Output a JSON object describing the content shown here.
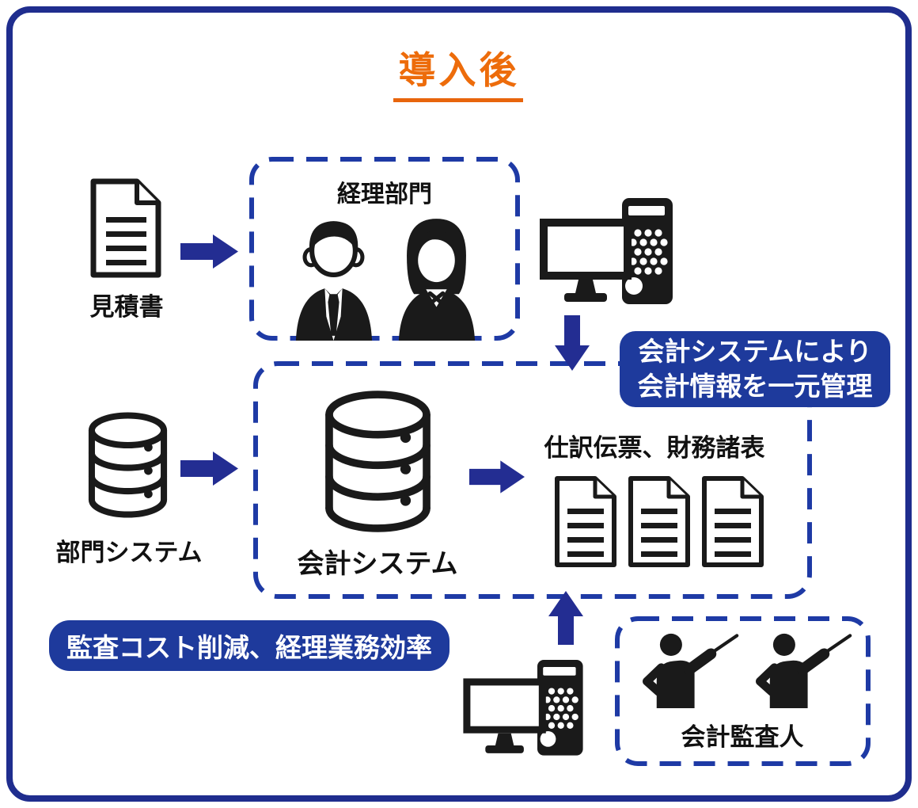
{
  "title": {
    "text": "導入後",
    "color": "#ed6c0b"
  },
  "colors": {
    "accent_orange": "#ed6c0b",
    "arrow_navy": "#232d92",
    "dashed_border_blue": "#1e3aa5",
    "badge_blue": "#1e3a9c",
    "outer_border_blue": "#1f2d8e",
    "icon_black": "#1a1a1a"
  },
  "nodes": {
    "quote": {
      "label": "見積書",
      "icon": "document-icon"
    },
    "accounting_dept": {
      "label": "経理部門",
      "icons": [
        "person-male-icon",
        "person-female-icon"
      ]
    },
    "dept_system": {
      "label": "部門システム",
      "icon": "database-icon"
    },
    "accounting_system": {
      "label": "会計システム",
      "icon": "database-icon"
    },
    "outputs": {
      "label": "仕訳伝票、財務諸表",
      "icons": [
        "document-icon",
        "document-icon",
        "document-icon"
      ]
    },
    "auditor": {
      "label": "会計監査人",
      "icons": [
        "auditor-icon",
        "auditor-icon"
      ]
    },
    "computer_top": {
      "icon": "desktop-computer-icon"
    },
    "computer_bottom": {
      "icon": "desktop-computer-icon"
    }
  },
  "badges": {
    "centralize": {
      "line1": "会計システムにより",
      "line2": "会計情報を一元管理"
    },
    "cost": {
      "text": "監査コスト削減、経理業務効率"
    }
  },
  "arrows": [
    {
      "name": "quote-to-accounting-dept",
      "direction": "right"
    },
    {
      "name": "computer-to-accounting-system-box",
      "direction": "down"
    },
    {
      "name": "dept-system-to-accounting-system",
      "direction": "right"
    },
    {
      "name": "accounting-system-to-outputs",
      "direction": "right"
    },
    {
      "name": "computer-to-accounting-system-box-up",
      "direction": "up"
    }
  ]
}
